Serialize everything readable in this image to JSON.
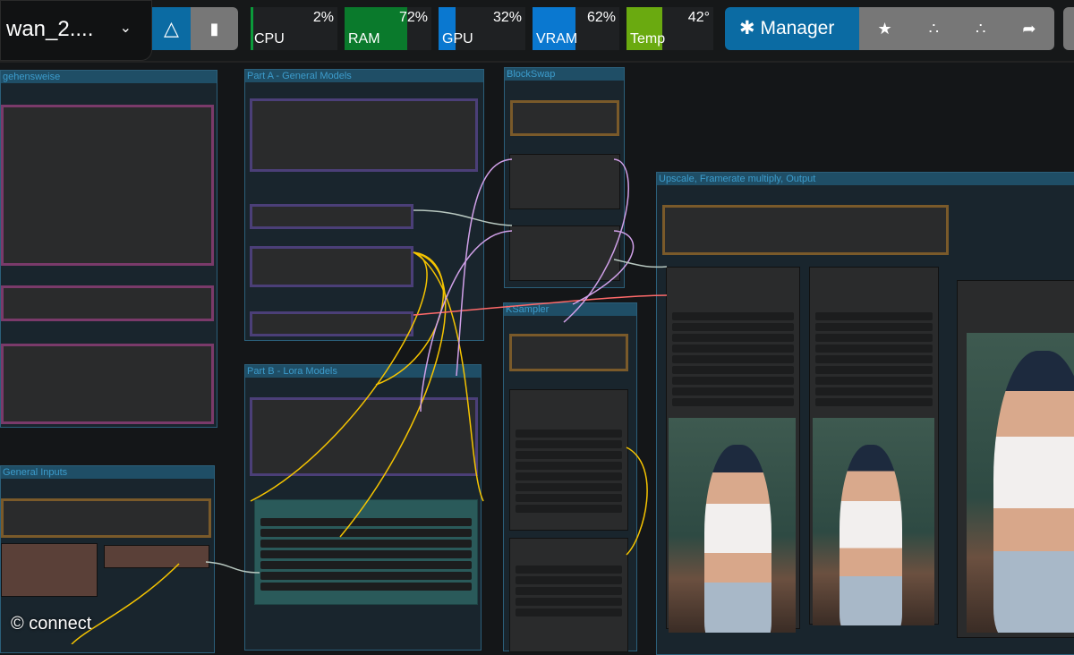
{
  "workflow": {
    "name": "wan_2....",
    "chevron_icon": "chevron-down-icon"
  },
  "toolbar": {
    "logo_icon": "comfy-logo-icon",
    "bookmark_icon": "bookmark-icon",
    "manager_label": "Manager",
    "manager_icon": "puzzle-icon",
    "icons": [
      "star-icon",
      "broom-icon",
      "broom-icon",
      "share-icon"
    ]
  },
  "monitors": [
    {
      "label": "CPU",
      "value": "2%",
      "percent": 2,
      "color": "#0b9a3a"
    },
    {
      "label": "RAM",
      "value": "72%",
      "percent": 72,
      "color": "#0a7a2c"
    },
    {
      "label": "GPU",
      "value": "32%",
      "percent": 32,
      "color": "#0a78d0"
    },
    {
      "label": "VRAM",
      "value": "62%",
      "percent": 62,
      "color": "#0a78d0"
    },
    {
      "label": "Temp",
      "value": "42°",
      "percent": 42,
      "color": "#6aaa10"
    }
  ],
  "groups": {
    "vorgehensweise": "gehensweise",
    "part_a": "Part A - General Models",
    "blockswap": "BlockSwap",
    "upscale": "Upscale, Framerate multiply, Output",
    "ksampler": "KSampler",
    "part_b": "Part B - Lora Models",
    "general_inputs": "General Inputs"
  },
  "watermark": "© connect"
}
